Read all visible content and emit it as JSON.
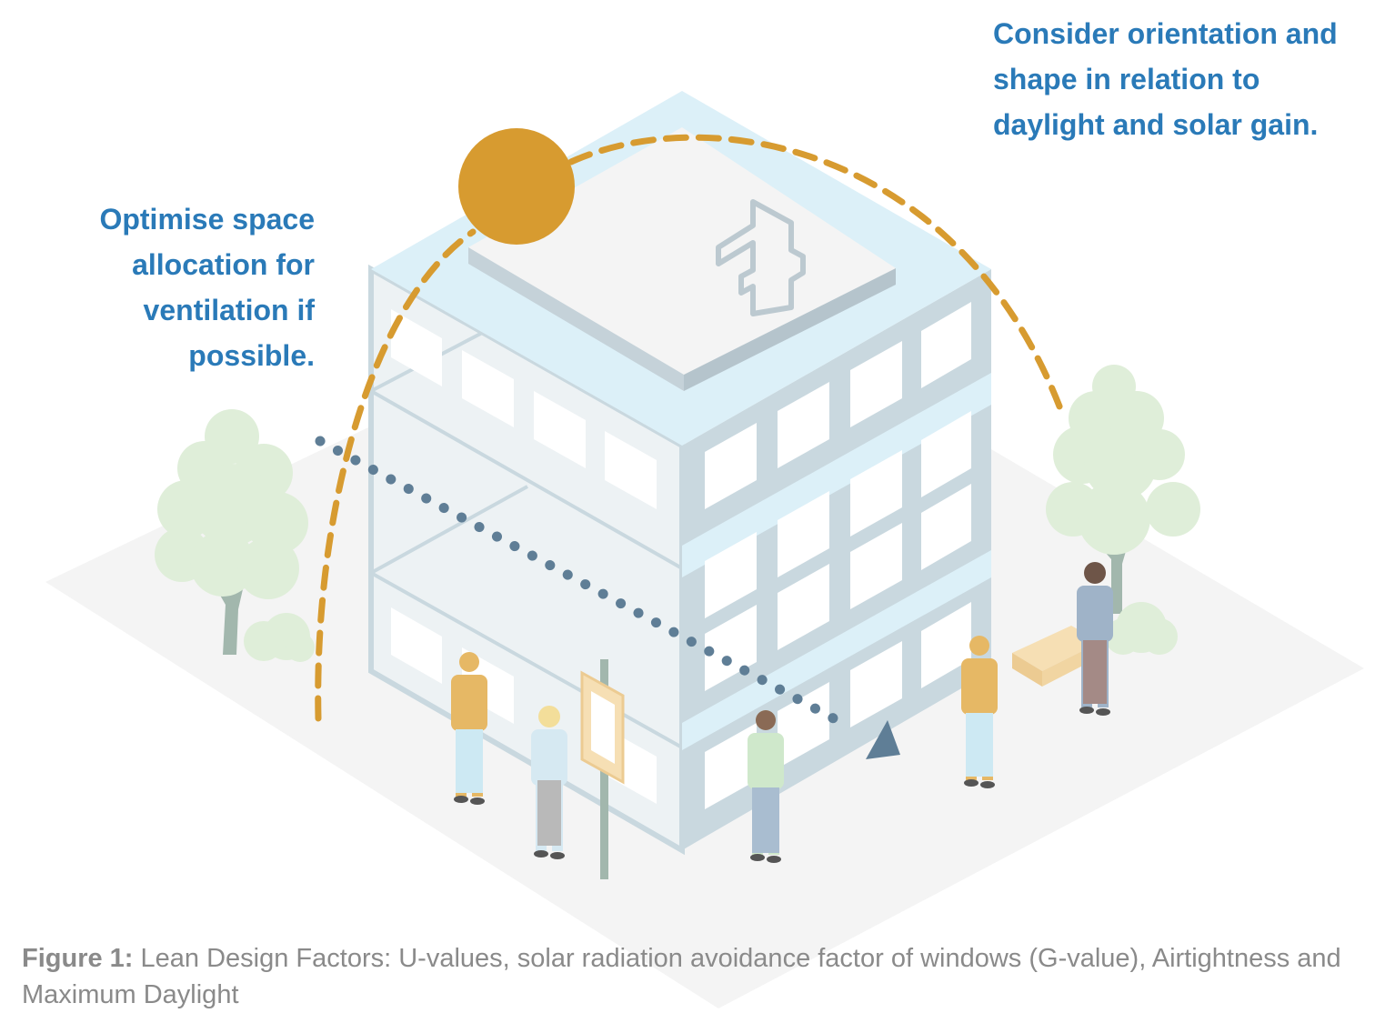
{
  "annotations": {
    "orientation": "Consider orientation and shape in relation to daylight and solar gain.",
    "ventilation": "Optimise space allocation for ventilation if possible."
  },
  "caption": {
    "label": "Figure 1:",
    "text": " Lean Design Factors: U-values, solar radiation avoidance factor of windows (G-value), Airtightness and Maximum Daylight"
  },
  "colors": {
    "annotation_text": "#2a7ab8",
    "sun": "#d79b30",
    "sun_path": "#d79b30",
    "wind_path": "#5f7e96",
    "ground": "#f4f4f4",
    "roof": "#dcf0f8",
    "building_facade": "#c9d8df",
    "window": "#ffffff",
    "tree": "#dfeed9",
    "trunk": "#a2b7ad",
    "bench": "#f6dfb4"
  },
  "icons": [
    "sun-icon",
    "medical-cross-icon",
    "tree-icon",
    "person-icon",
    "signpost-icon",
    "bench-icon",
    "arrow-head-icon"
  ]
}
